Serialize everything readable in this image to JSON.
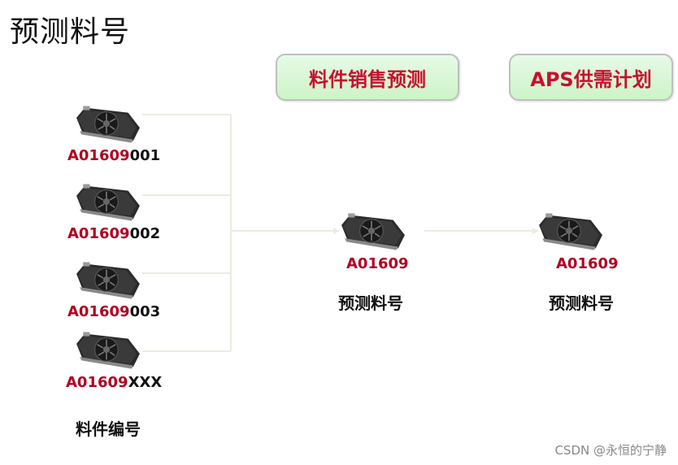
{
  "title": "预测料号",
  "header_boxes": {
    "forecast": "料件销售预测",
    "aps": "APS供需计划"
  },
  "items": [
    {
      "prefix": "A01609",
      "suffix": "001"
    },
    {
      "prefix": "A01609",
      "suffix": "002"
    },
    {
      "prefix": "A01609",
      "suffix": "003"
    },
    {
      "prefix": "A01609",
      "suffix": "XXX"
    }
  ],
  "items_label": "料件编号",
  "forecast_node": {
    "code": "A01609",
    "label": "预测料号"
  },
  "aps_node": {
    "code": "A01609",
    "label": "预测料号"
  },
  "colors": {
    "red": "#b00020",
    "pill_bg": "#d4f5cf",
    "line": "#ecebe2"
  },
  "icons": [
    "graphics-card-icon"
  ],
  "watermark": "CSDN @永恒的宁静"
}
